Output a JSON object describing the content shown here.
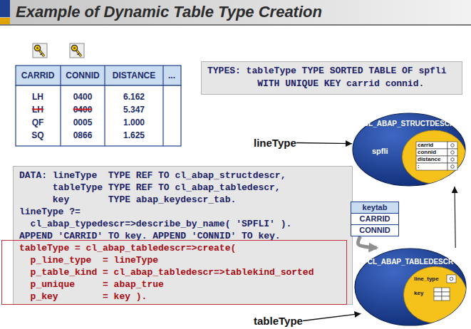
{
  "diagram": {
    "title": "Example of Dynamic Table Type Creation",
    "nodes": [
      {
        "text": [
          "TYPES: tableType TYPE SORTED TABLE OF spfli WITH UNIQUE KEY carrid connid."
        ]
      },
      {
        "text": [
          "lineType"
        ]
      },
      {
        "text": [
          "CL_ABAP_STRUCTDESCR",
          "spfli"
        ]
      },
      {
        "text": [
          "DATA: lineType  TYPE REF TO cl_abap_structdescr,",
          "tableType TYPE REF TO cl_abap_tabledescr,",
          "key       TYPE abap_keydescr_tab.",
          "lineType ?=",
          "cl_abap_typedescr=>describe_by_name( 'SPFLI' ).",
          "APPEND 'CARRID' TO key. APPEND 'CONNID' TO key."
        ]
      },
      {
        "text": [
          "tableType = cl_abap_tabledescr=>create(",
          "p_line_type  = lineType",
          "p_table_kind = cl_abap_tabledescr=>tablekind_sorted",
          "p_unique     = abap_true",
          "p_key        = key )."
        ],
        "in": 3
      },
      {
        "text": [
          "keytab",
          "CARRID",
          "CONNID"
        ]
      },
      {
        "text": [
          "CL_ABAP_TABLEDESCR",
          "line_type",
          "key"
        ]
      },
      {
        "text": [
          "tableType"
        ]
      }
    ],
    "edges": [
      {
        "from": 1,
        "to": 2,
        "arrow": "to"
      },
      {
        "from": 5,
        "to": 6,
        "arrow": "to"
      },
      {
        "from": 6,
        "to": 2,
        "arrow": "to"
      },
      {
        "from": 7,
        "to": 6,
        "arrow": "to"
      }
    ],
    "labels": [
      "CARRID",
      "CONNID",
      "DISTANCE",
      "...",
      "LH",
      "0400",
      "6.162",
      "LH",
      "0400",
      "5.347",
      "QF",
      "0005",
      "1.000",
      "SQ",
      "0866",
      "1.625",
      "carrid",
      "connid",
      "distance",
      ":"
    ]
  }
}
